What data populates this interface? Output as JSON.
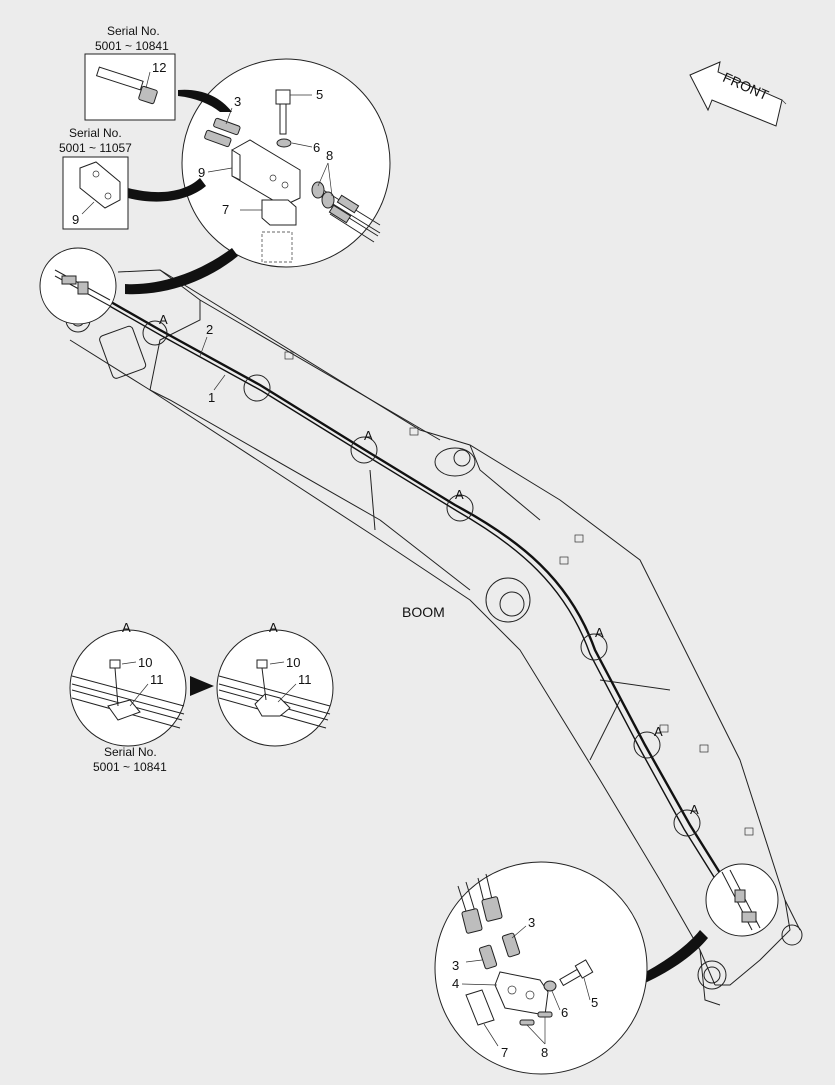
{
  "labels": {
    "serial_top": "Serial No.",
    "serial_top_range": "5001 ~ 10841",
    "serial_left": "Serial No.",
    "serial_left_range": "5001 ~ 11057",
    "serial_bottom": "Serial No.",
    "serial_bottom_range": "5001 ~ 10841",
    "front": "FRONT",
    "boom": "BOOM",
    "detail": "A"
  },
  "callouts": {
    "n1": "1",
    "n2": "2",
    "n3": "3",
    "n4": "4",
    "n5": "5",
    "n6": "6",
    "n7": "7",
    "n8": "8",
    "n9": "9",
    "n10": "10",
    "n11": "11",
    "n12": "12"
  },
  "colors": {
    "background": "#ececec",
    "line": "#222222",
    "arrow_fill": "#111111"
  }
}
